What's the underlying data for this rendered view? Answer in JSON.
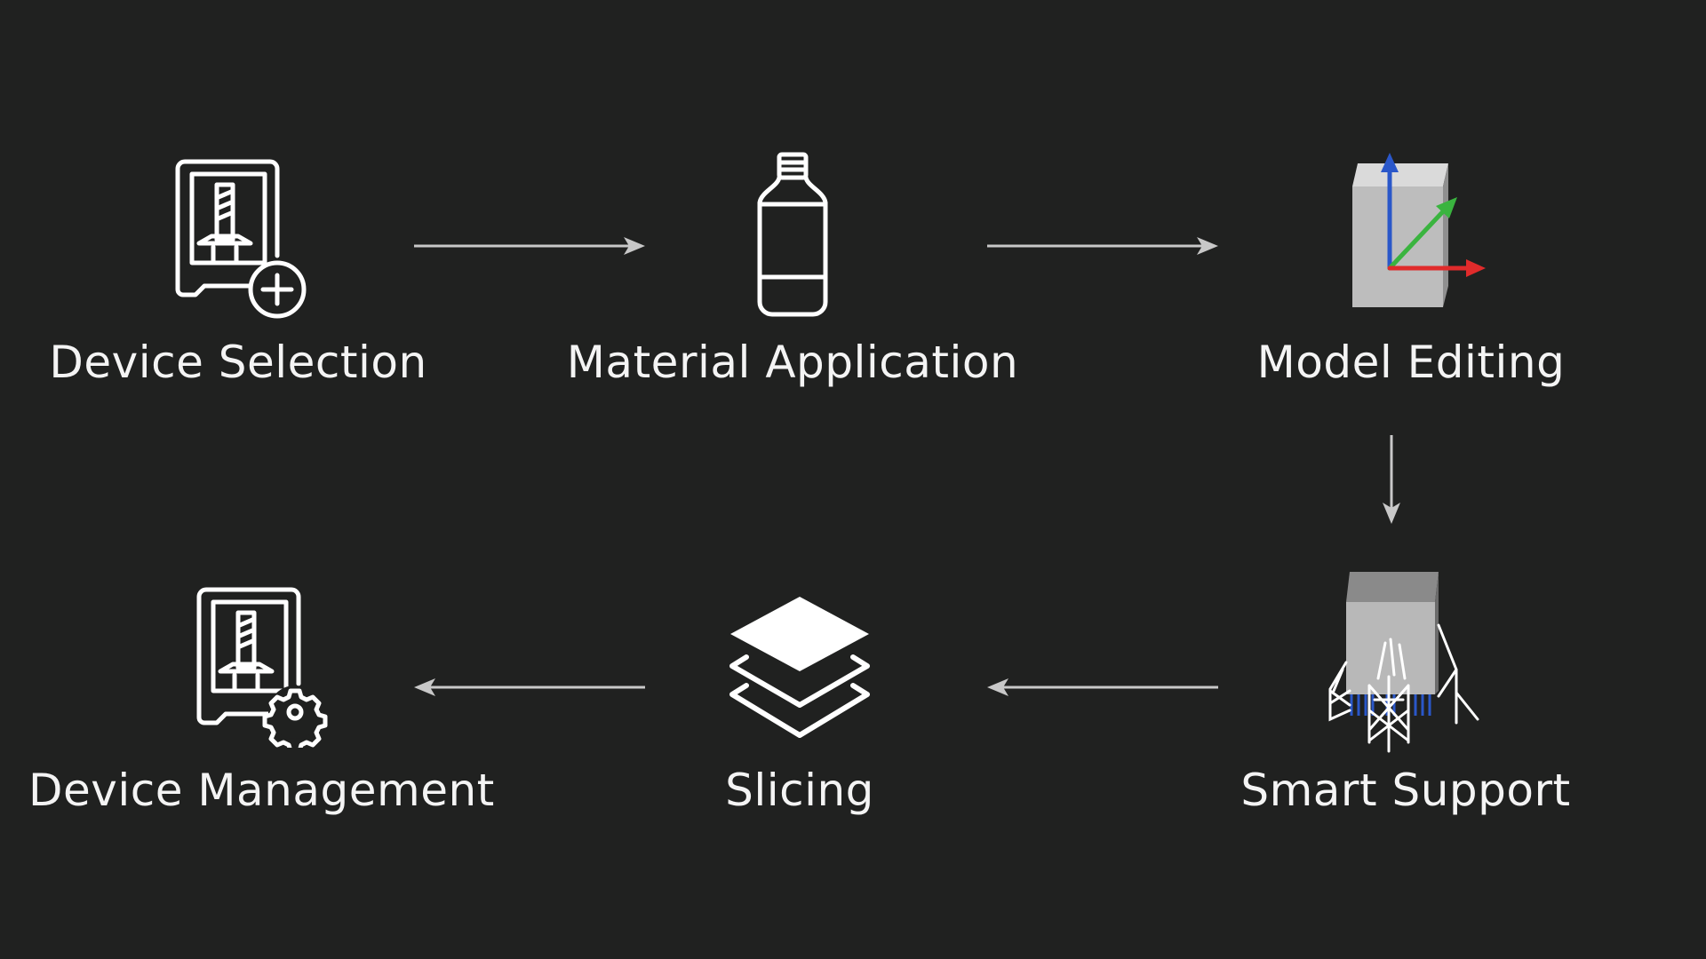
{
  "steps": [
    {
      "id": "device-selection",
      "label": "Device Selection",
      "icon": "printer-add-icon"
    },
    {
      "id": "material-application",
      "label": "Material Application",
      "icon": "resin-bottle-icon"
    },
    {
      "id": "model-editing",
      "label": "Model Editing",
      "icon": "cube-axes-icon"
    },
    {
      "id": "smart-support",
      "label": "Smart Support",
      "icon": "cube-supports-icon"
    },
    {
      "id": "slicing",
      "label": "Slicing",
      "icon": "layers-icon"
    },
    {
      "id": "device-management",
      "label": "Device Management",
      "icon": "printer-settings-icon"
    }
  ],
  "colors": {
    "background": "#202120",
    "text": "#f4f4f4",
    "arrow": "#c8c8c8",
    "axis_x": "#e02b2b",
    "axis_y": "#3ab43f",
    "axis_z": "#2a57c9",
    "cube": "#bdbdbd"
  }
}
